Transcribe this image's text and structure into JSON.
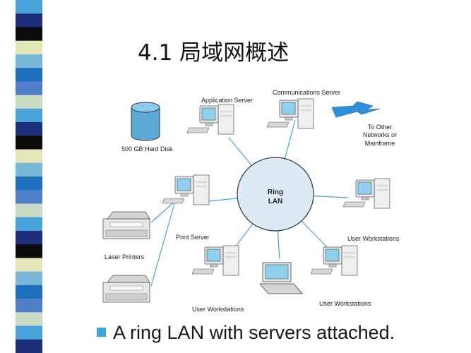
{
  "slide": {
    "title": "4.1 局域网概述",
    "caption": "A ring LAN with servers attached."
  },
  "diagram": {
    "ring": [
      "Ring",
      "LAN"
    ],
    "labels": {
      "hard_disk": "500 GB Hard Disk",
      "application_server": "Application Server",
      "communications_server": "Communications Server",
      "to_other_networks": [
        "To Other",
        "Networks or",
        "Mainframe"
      ],
      "print_server": "Print Server",
      "laser_printers": "Laser Printers",
      "user_workstations_right": "User Workstations",
      "user_workstations_bottom_left": "User Workstations",
      "user_workstations_bottom_right": "User Workstations"
    }
  },
  "colors": {
    "stripe": [
      "#4aa3d8",
      "#1d2f7a",
      "#0b0b0b",
      "#e4e6b8",
      "#7ab8d8",
      "#1f6fbf",
      "#4f7fc9",
      "#c9dcc3"
    ],
    "ring_fill": "#dceaf5",
    "screen": "#8fd0ee",
    "network_lines": "#4aa3d8",
    "lightning": "#2f8fd8"
  }
}
